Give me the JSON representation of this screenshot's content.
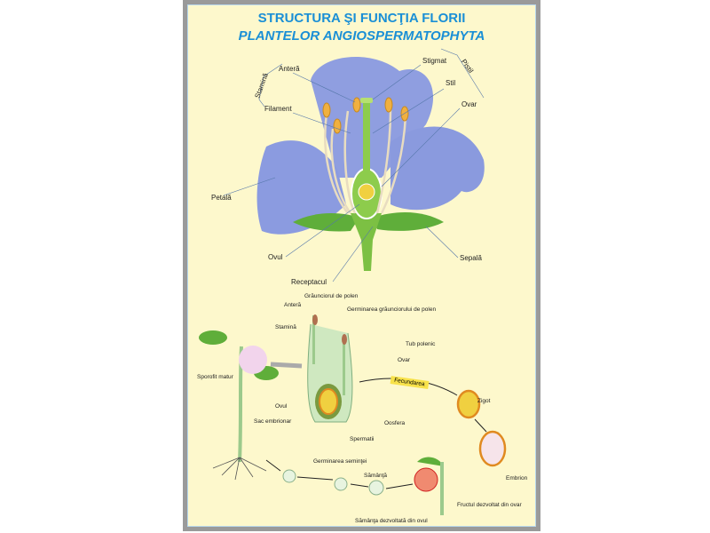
{
  "title": {
    "line1": "STRUCTURA ŞI FUNCŢIA FLORII",
    "line2": "PLANTELOR ANGIOSPERMATOPHYTA"
  },
  "flower_labels": {
    "antera": "Anteră",
    "stamina": "Stamină",
    "filament": "Filament",
    "stigmat": "Stigmat",
    "pistil": "Pistil",
    "stil": "Stil",
    "ovar": "Ovar",
    "petala": "Petală",
    "ovul": "Ovul",
    "sepala": "Sepală",
    "receptacul": "Receptacul"
  },
  "cycle_labels": {
    "graunciorul": "Grăunciorul de polen",
    "antera": "Anteră",
    "germinarea_polen": "Germinarea grăunciorului de polen",
    "stamina": "Stamină",
    "tub_polenic": "Tub polenic",
    "ovar": "Ovar",
    "sporofit": "Sporofit matur",
    "fecundarea": "Fecundarea",
    "zigot": "Zigot",
    "ovul": "Ovul",
    "sac": "Sac embrionar",
    "oosfera": "Oosfera",
    "spermatii": "Spermatii",
    "embrion": "Embrion",
    "germinarea_seminte": "Germinarea seminţei",
    "samanta": "Sămânţă",
    "fructul": "Fructul dezvoltat din ovar",
    "samanta_ovul": "Sămânţa  dezvoltată din ovul"
  },
  "colors": {
    "title": "#1a8fd6",
    "background": "#fdf8cc",
    "petal": "#8f9ee0",
    "stem": "#7cc043"
  }
}
